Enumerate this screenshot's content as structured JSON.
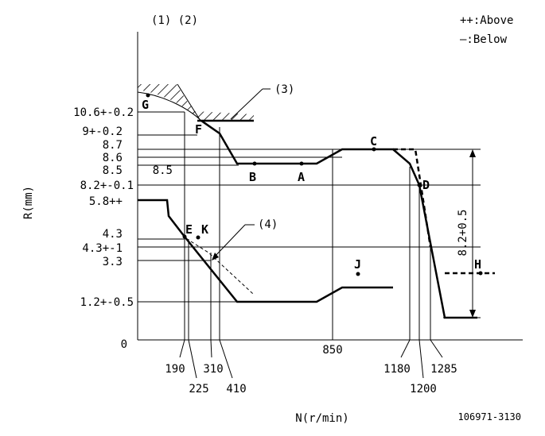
{
  "header": {
    "markers": "(1) (2)",
    "legend_above": "++:Above",
    "legend_below": "—:Below",
    "callout_3": "(3)",
    "callout_4": "(4)"
  },
  "axes": {
    "y_label": "R(mm)",
    "x_label": "N(r/min)",
    "origin": "0"
  },
  "y_ticks": {
    "t1": "10.6+-0.2",
    "t2": "9+-0.2",
    "t3": "8.7",
    "t4": "8.6",
    "t5": "8.5",
    "t6": "8.5",
    "t7": "8.2+-0.1",
    "t8": "5.8++",
    "t9": "4.3",
    "t10": "4.3+-1",
    "t11": "3.3",
    "t12": "1.2+-0.5"
  },
  "x_ticks": {
    "t190": "190",
    "t225": "225",
    "t310": "310",
    "t410": "410",
    "t850": "850",
    "t1180": "1180",
    "t1200": "1200",
    "t1285": "1285"
  },
  "points": {
    "g": "G",
    "f": "F",
    "b": "B",
    "a": "A",
    "c": "C",
    "d": "D",
    "e": "E",
    "k": "K",
    "j": "J",
    "h": "H"
  },
  "dimension": "8.2+0.5",
  "drawing_number": "106971-3130"
}
